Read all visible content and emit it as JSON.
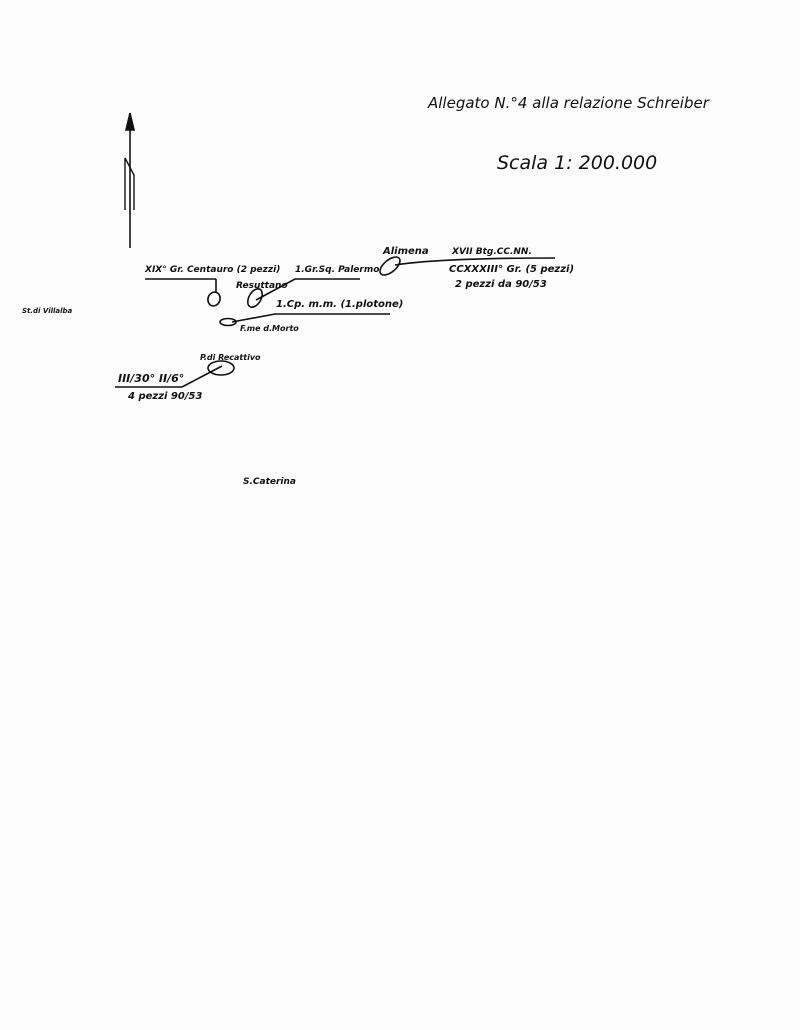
{
  "header": {
    "title": "Allegato N.°4 alla relazione Schreiber",
    "scale": "Scala 1: 200.000"
  },
  "compass": {
    "label": "N"
  },
  "places": {
    "villalba": "St.di Villalba",
    "resuttano": "Resuttano",
    "alimena": "Alimena",
    "morto": "F.me d.Morto",
    "recattivo": "P.di Recattivo",
    "caterina": "S.Caterina"
  },
  "units": {
    "centauro": "XIX° Gr. Centauro (2 pezzi)",
    "palermo": "1.Gr.Sq. Palermo",
    "cp_mm": "1.Cp. m.m. (1.plotone)",
    "btg": "XVII Btg.CC.NN.",
    "gruppo": "CCXXXIII° Gr. (5 pezzi)",
    "pezzi_alimena": "2 pezzi da 90/53",
    "battery": "III/30° II/6°",
    "pezzi_battery": "4 pezzi 90/53"
  }
}
